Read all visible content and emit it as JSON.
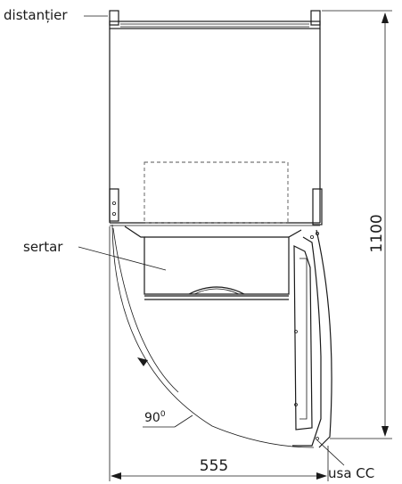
{
  "labels": {
    "spacer": "distanțier",
    "drawer": "sertar",
    "angle_value": "90",
    "angle_unit": "0",
    "door": "usa CC"
  },
  "dimensions": {
    "width": "555",
    "height": "1100"
  }
}
